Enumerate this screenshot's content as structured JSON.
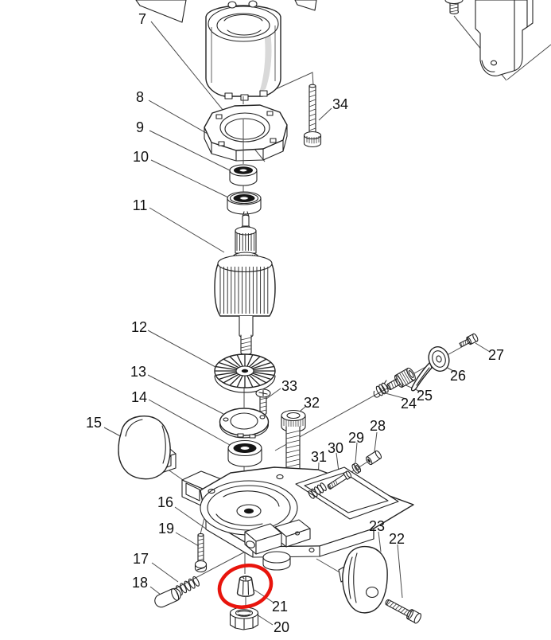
{
  "figure": {
    "kind": "exploded parts diagram",
    "subject": "power tool exploded view with numbered callouts",
    "background": "#ffffff",
    "line_color": "#222222",
    "label_color": "#111111",
    "highlight": {
      "shape": "ellipse",
      "color": "#e8140c",
      "around_callout": "21"
    },
    "callouts": [
      {
        "number": "7"
      },
      {
        "number": "8"
      },
      {
        "number": "9"
      },
      {
        "number": "10"
      },
      {
        "number": "11"
      },
      {
        "number": "12"
      },
      {
        "number": "13"
      },
      {
        "number": "14"
      },
      {
        "number": "15"
      },
      {
        "number": "16"
      },
      {
        "number": "17"
      },
      {
        "number": "18"
      },
      {
        "number": "19"
      },
      {
        "number": "20"
      },
      {
        "number": "21"
      },
      {
        "number": "22"
      },
      {
        "number": "23"
      },
      {
        "number": "24"
      },
      {
        "number": "25"
      },
      {
        "number": "26"
      },
      {
        "number": "27"
      },
      {
        "number": "28"
      },
      {
        "number": "29"
      },
      {
        "number": "30"
      },
      {
        "number": "31"
      },
      {
        "number": "32"
      },
      {
        "number": "33"
      },
      {
        "number": "34"
      }
    ]
  }
}
